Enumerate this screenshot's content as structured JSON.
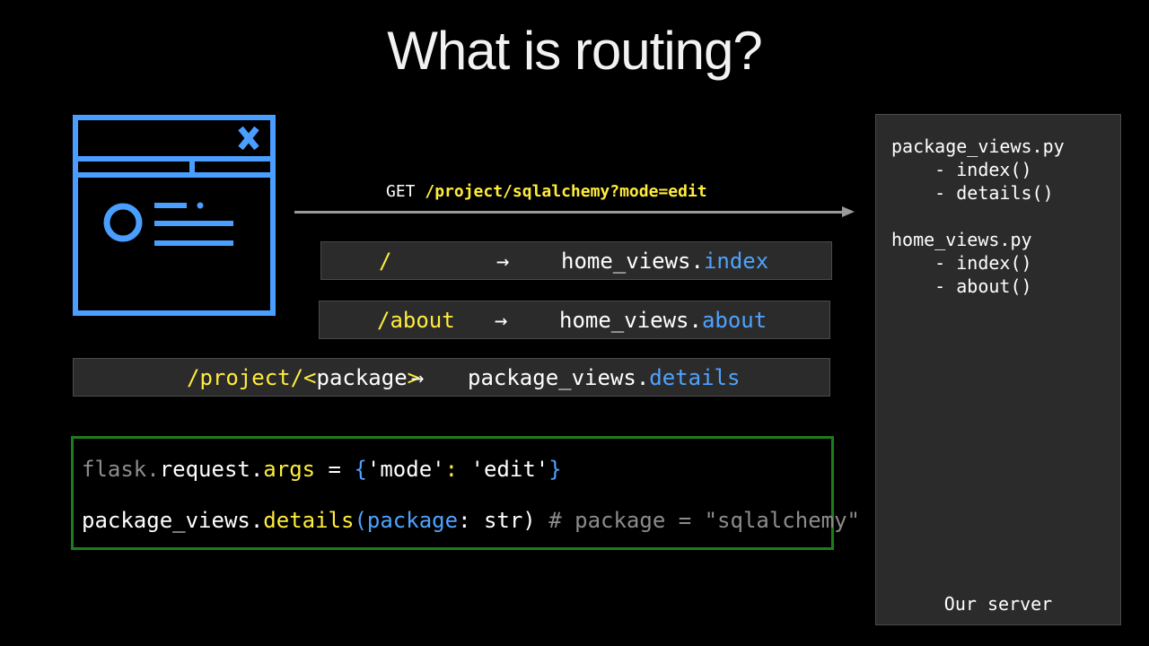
{
  "title": "What is routing?",
  "request": {
    "method": "GET",
    "path": "/project/sqlalchemy?mode=edit"
  },
  "routes": [
    {
      "url": "/",
      "arrow": "→",
      "module": "home_views.",
      "func": "index"
    },
    {
      "url": "/about",
      "arrow": "→",
      "module": "home_views.",
      "func": "about"
    },
    {
      "url_prefix": "/project/",
      "url_param": "<package>",
      "arrow": "→",
      "module": "package_views.",
      "func": "details"
    }
  ],
  "code": {
    "line1": {
      "obj": "flask.",
      "attr": "request.",
      "prop": "args",
      "eq": " = ",
      "open": "{",
      "key": "'mode'",
      "colon": ": ",
      "val": "'edit'",
      "close": "}"
    },
    "line2": {
      "module": "package_views.",
      "func": "details",
      "open": "(",
      "param": "package",
      "type": ": str) ",
      "comment": "# package = \"sqlalchemy\""
    }
  },
  "server": {
    "lines": [
      "package_views.py",
      "    - index()",
      "    - details()",
      "",
      "home_views.py",
      "    - index()",
      "    - about()"
    ],
    "label": "Our server"
  },
  "colors": {
    "accent_yellow": "#ffec3d",
    "accent_blue": "#4fa3ff",
    "icon_blue": "#4a9eff",
    "code_border": "#1d7d1d"
  }
}
